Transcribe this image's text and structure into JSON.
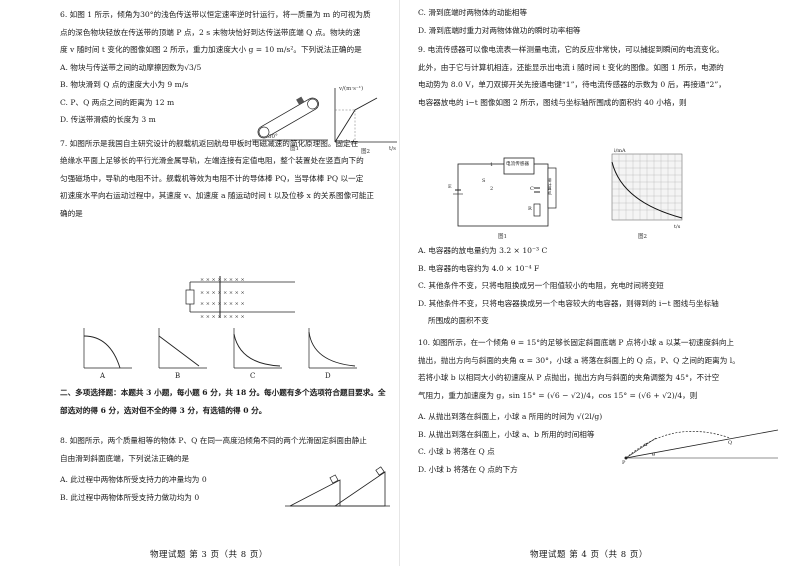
{
  "left": {
    "q6": {
      "stem1": "6. 如图 1 所示，倾角为30°的浅色传送带以恒定速率逆时针运行，将一质量为 m 的可视为质",
      "stem2": "点的深色物块轻放在传送带的顶端 P 点，2 s 末物块恰好到达传送带底端 Q 点。物块的速",
      "stem3": "度 v 随时间 t 变化的图像如图 2 所示，重力加速度大小 g = 10 m/s²。下列说法正确的是",
      "optA": "A. 物块与传送带之间的动摩擦因数为√3/5",
      "optB": "B. 物块滑到 Q 点的速度大小为 9 m/s",
      "optC": "C. P、Q 两点之间的距离为 12 m",
      "optD": "D. 传送带滑痕的长度为 3 m",
      "fig1": "图1",
      "fig2": "图2",
      "vlabel": "v/(m·s⁻¹)",
      "tlabel": "t/s",
      "angle": "30°"
    },
    "q7": {
      "stem1": "7. 如图所示是我国自主研究设计的舰载机返回航母甲板时电磁减速的简化原理图。固定在",
      "stem2": "绝缘水平面上足够长的平行光滑金属导轨，左端连接有定值电阻，整个装置处在竖直向下的",
      "stem3": "匀强磁场中，导轨的电阻不计。舰载机等效为电阻不计的导体棒 PQ，当导体棒 PQ 以一定",
      "stem4": "初速度水平向右运动过程中，其速度 v、加速度 a 随运动时间 t 以及位移 x 的关系图像可能正",
      "stem5": "确的是",
      "labels": [
        "A",
        "B",
        "C",
        "D"
      ]
    },
    "sec2": "二、多项选择题：本题共 3 小题，每小题 6 分，共 18 分。每小题有多个选项符合题目要求。全",
    "sec2b": "部选对的得 6 分，选对但不全的得 3 分，有选错的得 0 分。",
    "q8": {
      "stem1": "8. 如图所示，两个质量相等的物体 P、Q 在同一高度沿倾角不同的两个光滑固定斜面由静止",
      "stem2": "自由滑到斜面底端，下列说法正确的是",
      "optA": "A. 此过程中两物体所受支持力的冲量均为 0",
      "optB": "B. 此过程中两物体所受支持力做功均为 0"
    },
    "footer": "物理试题   第 3 页（共 8 页）"
  },
  "right": {
    "q8cont": {
      "optC": "C. 滑到底端时两物体的动能相等",
      "optD": "D. 滑到底端时重力对两物体做功的瞬时功率相等"
    },
    "q9": {
      "stem1": "9. 电流传感器可以像电流表一样测量电流，它的反应非常快，可以捕捉到瞬间的电流变化。",
      "stem2": "此外，由于它与计算机相连，还能显示出电流 i 随时间 t 变化的图像。如图 1 所示，电源的",
      "stem3": "电动势为 8.0 V，单刀双掷开关先接通电键“1”，待电流传感器的示数为 0 后，再接通“2”，",
      "stem4": "电容器放电的 i−t 图像如图 2 所示，图线与坐标轴所围成的面积约 40 小格，则",
      "optA": "A. 电容器的放电量约为 3.2 × 10⁻³ C",
      "optB": "B. 电容器的电容约为 4.0 × 10⁻⁴ F",
      "optC": "C. 其他条件不变，只将电阻换成另一个阻值较小的电阻，充电时间将变短",
      "optD": "D. 其他条件不变，只将电容器换成另一个电容较大的电容器，则得到的 i−t 图线与坐标轴",
      "optD2": "所围成的面积不变",
      "sensor": "电流传感器",
      "computer": "接计算机",
      "fig1": "图1",
      "fig2": "图2",
      "ilabel": "i/mA",
      "tlabel": "t/s"
    },
    "q10": {
      "stem1": "10. 如图所示，在一个倾角 θ = 15°的足够长固定斜面底端 P 点将小球 a 以某一初速度斜向上",
      "stem2": "抛出，抛出方向与斜面的夹角 α = 30°，小球 a 将落在斜面上的 Q 点，P、Q 之间的距离为 l。",
      "stem3": "若将小球 b 以相同大小的初速度从 P 点抛出，抛出方向与斜面的夹角调整为 45°，不计空",
      "stem4": "气阻力，重力加速度为 g，sin 15° = (√6 − √2)/4，cos 15° = (√6 + √2)/4，则",
      "optA": "A. 从抛出到落在斜面上，小球 a 所用的时间为 √(2l/g)",
      "optB": "B. 从抛出到落在斜面上，小球 a、b 所用的时间相等",
      "optC": "C. 小球 b 将落在 Q 点",
      "optD": "D. 小球 b 将落在 Q 点的下方"
    },
    "footer": "物理试题   第 4 页（共 8 页）"
  }
}
